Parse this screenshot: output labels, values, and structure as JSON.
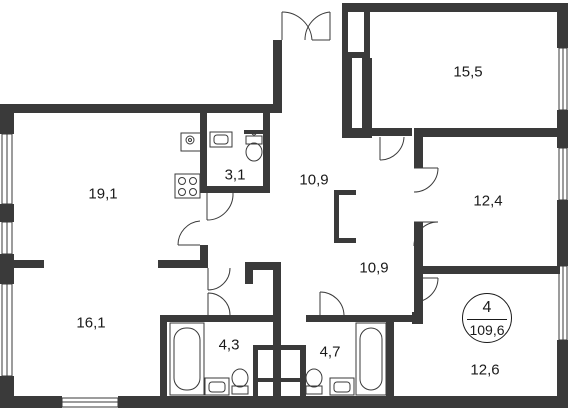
{
  "plan": {
    "rooms": [
      {
        "name": "bedroom-top-right",
        "area": "15,5"
      },
      {
        "name": "kitchen-living",
        "area": "19,1"
      },
      {
        "name": "bathroom-small",
        "area": "3,1"
      },
      {
        "name": "hall-upper",
        "area": "10,9"
      },
      {
        "name": "bedroom-middle-right",
        "area": "12,4"
      },
      {
        "name": "hall-lower",
        "area": "10,9"
      },
      {
        "name": "bedroom-bottom-left",
        "area": "16,1"
      },
      {
        "name": "bathroom-left",
        "area": "4,3"
      },
      {
        "name": "bathroom-right",
        "area": "4,7"
      },
      {
        "name": "bedroom-bottom-right",
        "area": "12,6"
      }
    ],
    "summary": {
      "room_count": "4",
      "total_area": "109,6"
    }
  }
}
